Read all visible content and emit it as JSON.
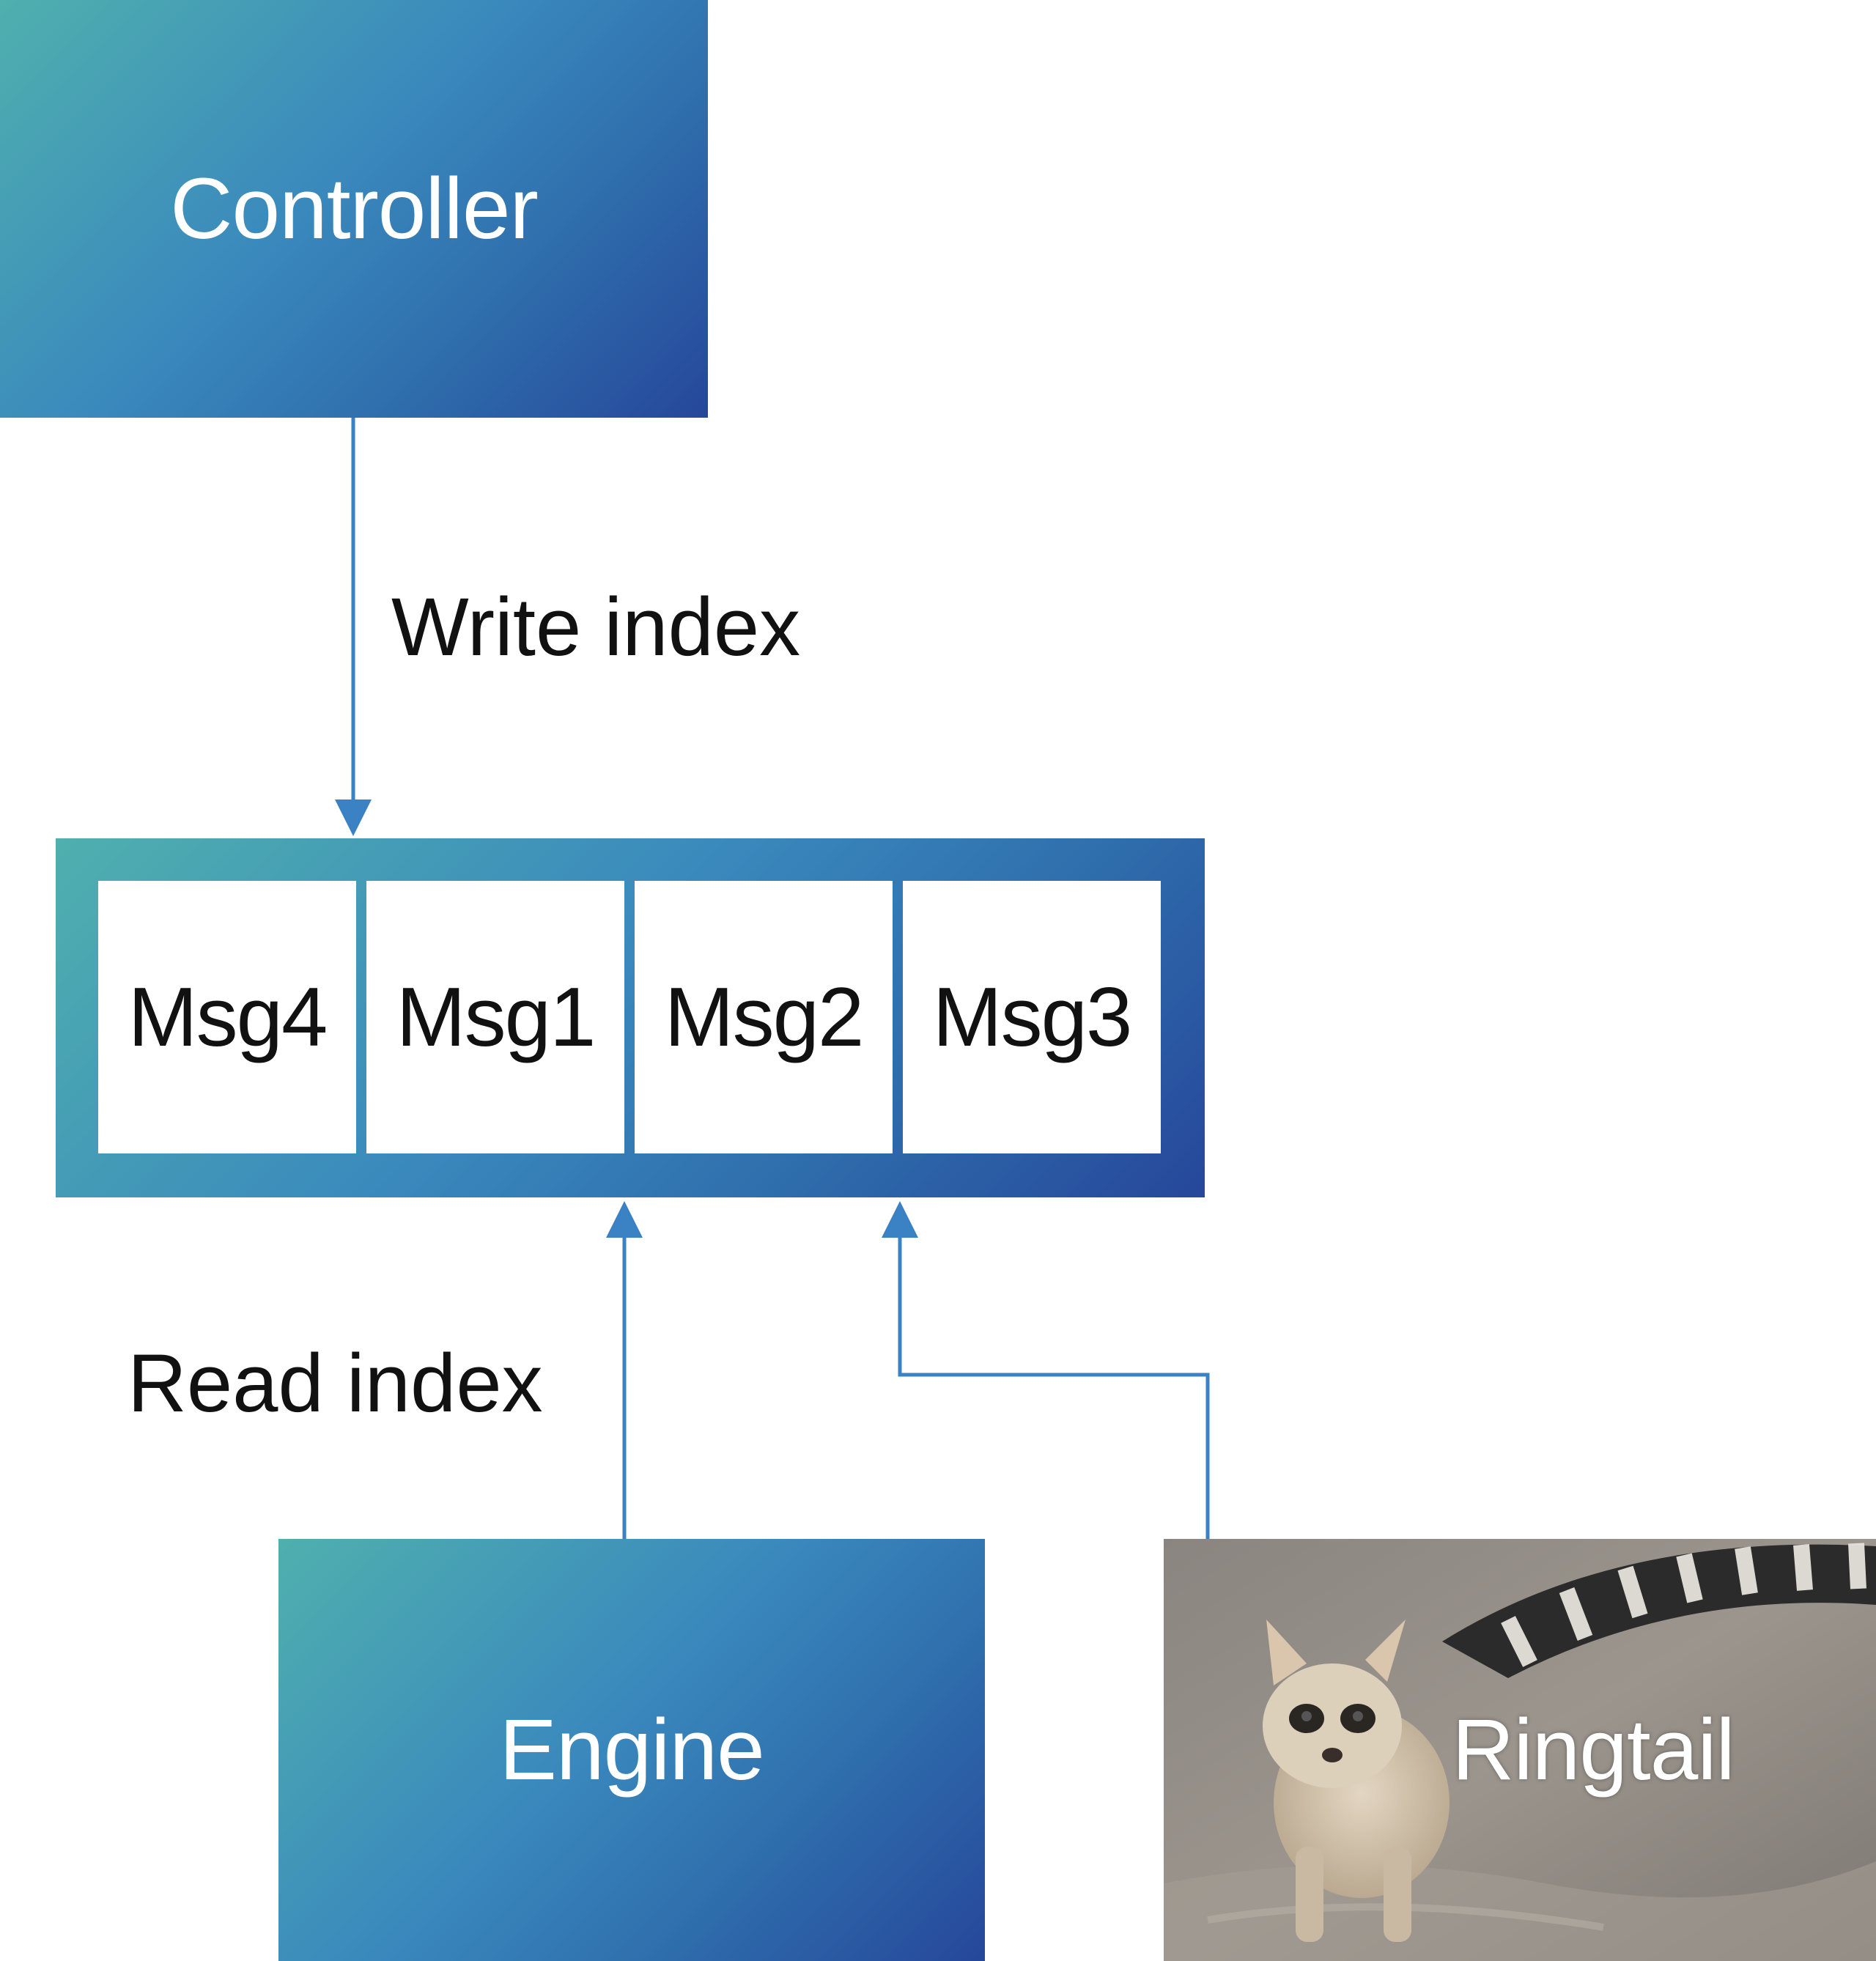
{
  "nodes": {
    "controller": "Controller",
    "engine": "Engine",
    "ringtail": "Ringtail"
  },
  "queue": {
    "slots": [
      "Msg4",
      "Msg1",
      "Msg2",
      "Msg3"
    ]
  },
  "edges": {
    "write_label": "Write index",
    "read_label": "Read index"
  },
  "colors": {
    "gradient_start": "#4fb0ae",
    "gradient_end": "#26479a",
    "connector": "#3b82c4"
  }
}
